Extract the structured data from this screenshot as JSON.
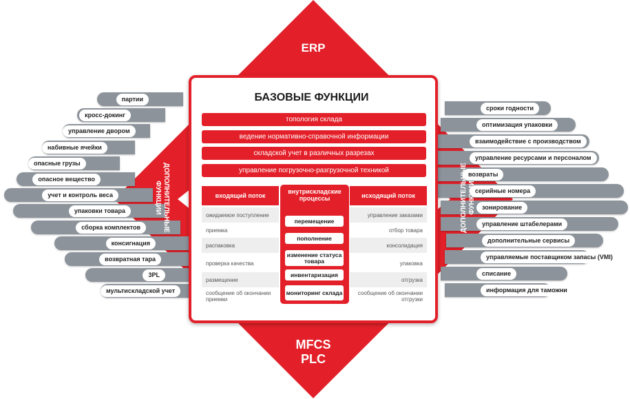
{
  "top_label": "ERP",
  "bottom_label_1": "MFCS",
  "bottom_label_2": "PLC",
  "base_title": "БАЗОВЫЕ ФУНКЦИИ",
  "base_functions": [
    "топология склада",
    "ведение нормативно-справочной информации",
    "складской учет в различных разрезах",
    "управление погрузочно-разгрузочной техникой"
  ],
  "side_title_left": [
    "ДОПОЛНИТЕЛЬНЫЕ",
    "ФУНКЦИИ"
  ],
  "side_title_right": [
    "ДОПОЛНИТЕЛЬНЫЕ",
    "ФУНКЦИИ"
  ],
  "inbound": {
    "title": "входящий поток",
    "items": [
      "ожидаемое поступление",
      "приемка",
      "распаковка",
      "проверка качества",
      "размещение",
      "сообщение об окончании приемки"
    ]
  },
  "internal": {
    "title": "внутрискладские процессы",
    "items": [
      "перемещение",
      "пополнение",
      "изменение статуса товара",
      "инвентаризация",
      "мониторинг склада"
    ]
  },
  "outbound": {
    "title": "исходящий поток",
    "items": [
      "управление заказами",
      "отбор товара",
      "консолидация",
      "упаковка",
      "отгрузка",
      "сообщение об окончании отгрузки"
    ]
  },
  "left_functions": [
    "партии",
    "кросс-докинг",
    "управление двором",
    "набивные ячейки",
    "опасные грузы",
    "опасное вещество",
    "учет и контроль веса",
    "упаковки товара",
    "сборка комплектов",
    "консигнация",
    "возвратная тара",
    "3PL",
    "мультискладской учет"
  ],
  "right_functions": [
    "сроки годности",
    "оптимизация упаковки",
    "взаимодействие с производством",
    "управление ресурсами и персоналом",
    "возвраты",
    "серийные номера",
    "зонирование",
    "управление штабелерами",
    "дополнительные сервисы",
    "управляемые поставщиком запасы (VMI)",
    "списание",
    "информация для таможни"
  ],
  "colors": {
    "accent": "#e32029",
    "pill": "#8c939a",
    "text": "#1a1a1a"
  }
}
